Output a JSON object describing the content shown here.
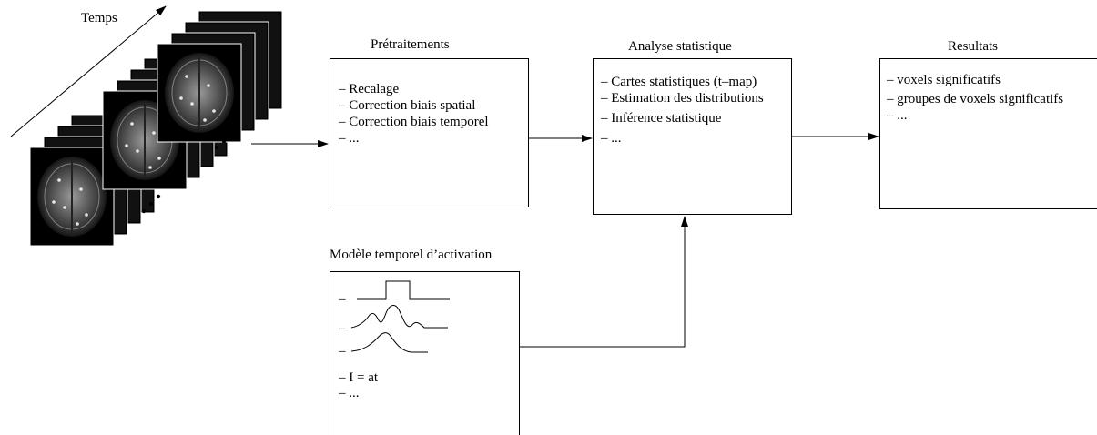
{
  "time_label": "Temps",
  "boxes": {
    "preprocessing": {
      "title": "Prétraitements",
      "items": [
        "– Recalage",
        "– Correction biais spatial",
        "– Correction biais temporel",
        "– ..."
      ]
    },
    "analysis": {
      "title": "Analyse statistique",
      "items": [
        "– Cartes statistiques (t–map)",
        "– Estimation des distributions",
        "– Inférence statistique",
        "– ..."
      ]
    },
    "results": {
      "title": "Resultats",
      "items": [
        "– voxels significatifs",
        "– groupes de voxels significatifs",
        "– ..."
      ]
    },
    "model": {
      "title": "Modèle temporel d’activation",
      "dashes": [
        "–",
        "–",
        "–"
      ],
      "items": [
        "– I = at",
        "– ..."
      ]
    }
  }
}
